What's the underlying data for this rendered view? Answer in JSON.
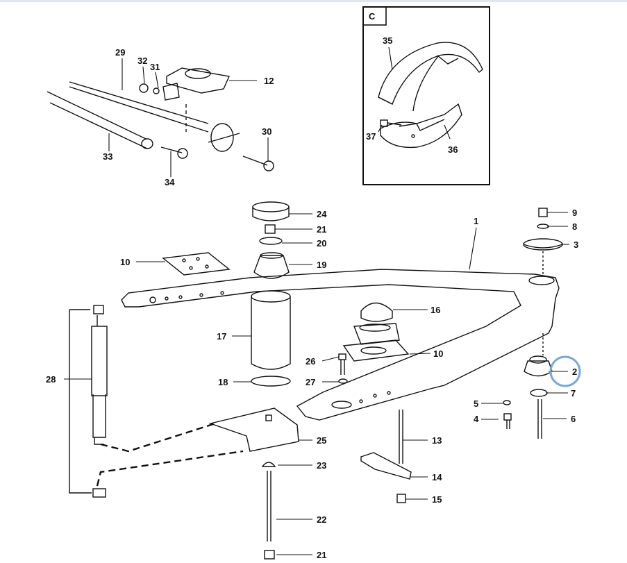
{
  "inset": {
    "label": "C"
  },
  "callouts": {
    "c1": "1",
    "c2": "2",
    "c3": "3",
    "c4": "4",
    "c5": "5",
    "c6": "6",
    "c7": "7",
    "c8": "8",
    "c9": "9",
    "c10a": "10",
    "c10b": "10",
    "c12": "12",
    "c13": "13",
    "c14": "14",
    "c15": "15",
    "c16": "16",
    "c17": "17",
    "c18": "18",
    "c19": "19",
    "c20": "20",
    "c21a": "21",
    "c21b": "21",
    "c22": "22",
    "c23": "23",
    "c24": "24",
    "c25": "25",
    "c26": "26",
    "c27": "27",
    "c28": "28",
    "c29": "29",
    "c30": "30",
    "c31": "31",
    "c32": "32",
    "c33": "33",
    "c34": "34",
    "c35": "35",
    "c36": "36",
    "c37": "37"
  },
  "highlight": {
    "color": "#7aa7d6",
    "target": "2"
  }
}
